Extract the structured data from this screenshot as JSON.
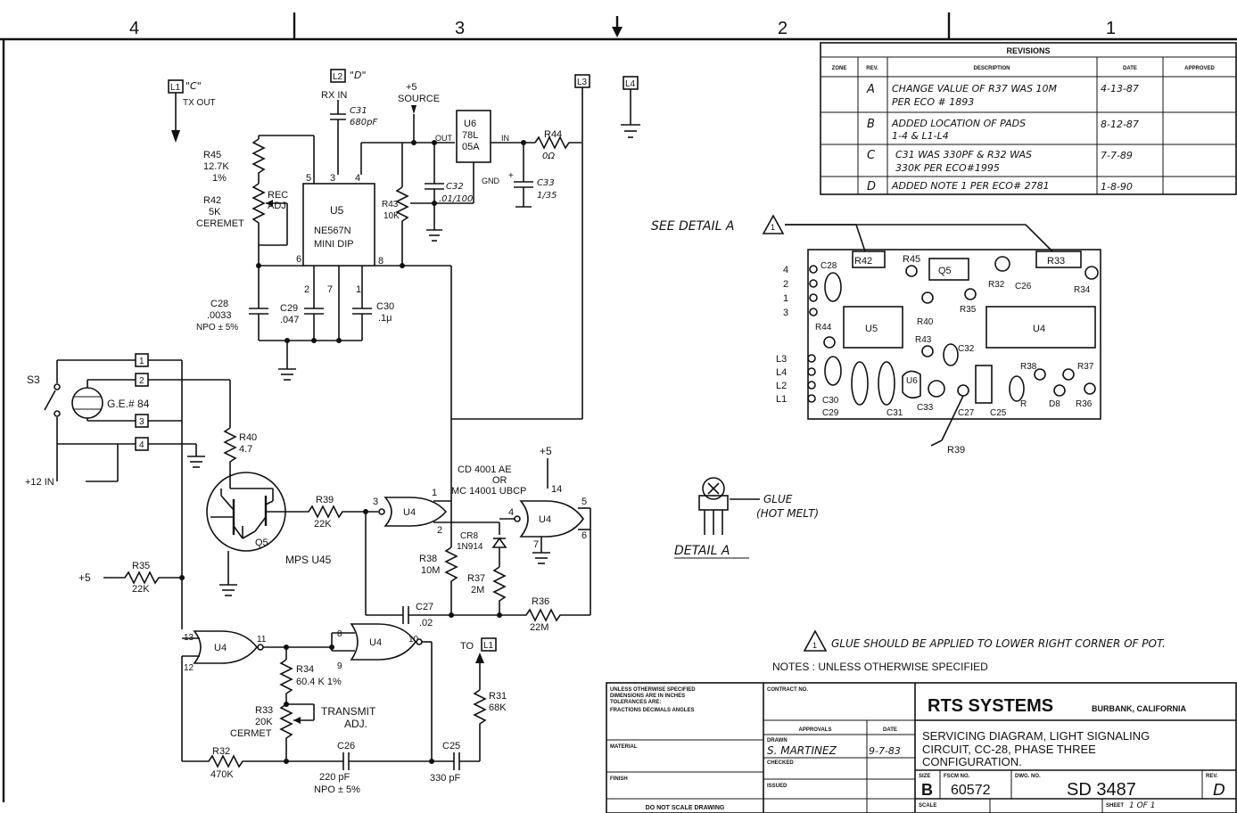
{
  "zones": [
    "4",
    "3",
    "2",
    "1"
  ],
  "revisions": {
    "title": "REVISIONS",
    "headers": [
      "ZONE",
      "REV.",
      "DESCRIPTION",
      "DATE",
      "APPROVED"
    ],
    "rows": [
      {
        "rev": "A",
        "desc1": "CHANGE VALUE OF R37 WAS 10M",
        "desc2": "PER ECO # 1893",
        "date": "4-13-87"
      },
      {
        "rev": "B",
        "desc1": "ADDED LOCATION OF PADS",
        "desc2": "1-4 & L1-L4",
        "date": "8-12-87"
      },
      {
        "rev": "C",
        "desc1": "C31 WAS 330PF & R32 WAS",
        "desc2": "330K PER ECO#1995",
        "date": "7-7-89"
      },
      {
        "rev": "D",
        "desc1": "ADDED NOTE 1 PER ECO# 2781",
        "desc2": "",
        "date": "1-8-90"
      }
    ]
  },
  "schematic": {
    "l1": "L1",
    "l1_note": "\"C\"",
    "tx_out": "TX OUT",
    "l2": "L2",
    "l2_note": "\"D\"",
    "rx_in": "RX IN",
    "l3": "L3",
    "l4": "L4",
    "c31": "C31",
    "c31_val": "680pF",
    "plus5_source": "+5",
    "source": "SOURCE",
    "u6": "U6",
    "u6_type1": "78L",
    "u6_type2": "05A",
    "u6_out": "OUT",
    "u6_in": "IN",
    "u6_gnd": "GND",
    "r44": "R44",
    "r44_val": "0Ω",
    "r45": "R45",
    "r45_val": "12.7K",
    "r45_tol": "1%",
    "r42": "R42",
    "r42_val": "5K",
    "r42_type": "CEREMET",
    "rec_adj1": "REC",
    "rec_adj2": "ADJ",
    "u5": "U5",
    "u5_type1": "NE567N",
    "u5_type2": "MINI DIP",
    "r43": "R43",
    "r43_val": "10K",
    "c32": "C32",
    "c32_val": ".01/100",
    "c33": "C33",
    "c33_val": "1/35",
    "c28": "C28",
    "c28_val": ".0033",
    "c28_tol": "NPO ± 5%",
    "c29": "C29",
    "c29_val": ".047",
    "c30": "C30",
    "c30_val": ".1μ",
    "pin5": "5",
    "pin3": "3",
    "pin4": "4",
    "pin6": "6",
    "pin8": "8",
    "pin2": "2",
    "pin7": "7",
    "pin1": "1",
    "s3": "S3",
    "lamp": "G.E.# 84",
    "t1": "1",
    "t2": "2",
    "t3": "3",
    "t4": "4",
    "plus12": "+12 IN",
    "r40": "R40",
    "r40_val": "4.7",
    "q5": "Q5",
    "q5_type": "MPS U45",
    "r39": "R39",
    "r39_val": "22K",
    "plus5a": "+5",
    "r35": "R35",
    "r35_val": "22K",
    "cd4001_1": "CD 4001 AE",
    "cd4001_2": "OR",
    "cd4001_3": "MC 14001 UBCP",
    "plus5b": "+5",
    "u4": "U4",
    "g1_p3": "3",
    "g1_p1": "1",
    "g1_p2": "2",
    "g2_p4": "4",
    "g2_p14": "14",
    "g2_p5": "5",
    "g2_p6": "6",
    "g2_p7": "7",
    "cr8": "CR8",
    "cr8_type": "1N914",
    "r38": "R38",
    "r38_val": "10M",
    "r37": "R37",
    "r37_val": "2M",
    "c27": "C27",
    "c27_val": ".02",
    "r36": "R36",
    "r36_val": "22M",
    "g3_p13": "13",
    "g3_p12": "12",
    "g3_p11": "11",
    "g4_p8": "8",
    "g4_p9": "9",
    "g4_p10": "10",
    "to_l1": "TO",
    "to_l1_box": "L1",
    "r31": "R31",
    "r31_val": "68K",
    "r34": "R34",
    "r34_val": "60.4 K 1%",
    "r33": "R33",
    "r33_val": "20K",
    "r33_type": "CERMET",
    "transmit1": "TRANSMIT",
    "transmit2": "ADJ.",
    "r32": "R32",
    "r32_val": "470K",
    "c26": "C26",
    "c26_val": "220 pF",
    "c26_tol": "NPO ± 5%",
    "c25": "C25",
    "c25_val": "330 pF"
  },
  "layout_view": {
    "see_detail": "SEE DETAIL A",
    "note_flag": "1",
    "pads_left": [
      "4",
      "2",
      "1",
      "3"
    ],
    "pads_l": [
      "L3",
      "L4",
      "L2",
      "L1"
    ],
    "parts": [
      "C28",
      "R42",
      "R45",
      "Q5",
      "R33",
      "R32",
      "C26",
      "R34",
      "R44",
      "U5",
      "R40",
      "R35",
      "U4",
      "R43",
      "C32",
      "R38",
      "R37",
      "U6",
      "C30",
      "C29",
      "C31",
      "C33",
      "C27",
      "C25",
      "R",
      "D8",
      "R36"
    ],
    "r39": "R39",
    "glue1": "GLUE",
    "glue2": "(HOT MELT)",
    "detail_a": "DETAIL A"
  },
  "notes": {
    "note1": "GLUE SHOULD BE APPLIED TO LOWER RIGHT CORNER OF POT.",
    "header": "NOTES : UNLESS OTHERWISE SPECIFIED"
  },
  "title_block": {
    "tol1": "UNLESS OTHERWISE SPECIFIED",
    "tol2": "DIMENSIONS ARE IN INCHES",
    "tol3": "TOLERANCES ARE:",
    "tol4": "FRACTIONS   DECIMALS   ANGLES",
    "material": "MATERIAL",
    "finish": "FINISH",
    "do_not_scale": "DO NOT SCALE DRAWING",
    "contract": "CONTRACT NO.",
    "approvals": "APPROVALS",
    "date_hdr": "DATE",
    "drawn": "DRAWN",
    "drawn_by": "S. MARTINEZ",
    "drawn_date": "9-7-83",
    "checked": "CHECKED",
    "issued": "ISSUED",
    "company": "RTS SYSTEMS",
    "city": "BURBANK, CALIFORNIA",
    "title1": "SERVICING DIAGRAM, LIGHT SIGNALING",
    "title2": "CIRCUIT, CC-28, PHASE THREE",
    "title3": "CONFIGURATION.",
    "size_lbl": "SIZE",
    "size": "B",
    "fscm_lbl": "FSCM NO.",
    "fscm": "60572",
    "dwg_lbl": "DWG. NO.",
    "dwg": "SD 3487",
    "rev_lbl": "REV.",
    "rev": "D",
    "scale_lbl": "SCALE",
    "sheet_lbl": "SHEET",
    "sheet": "1 OF 1"
  }
}
